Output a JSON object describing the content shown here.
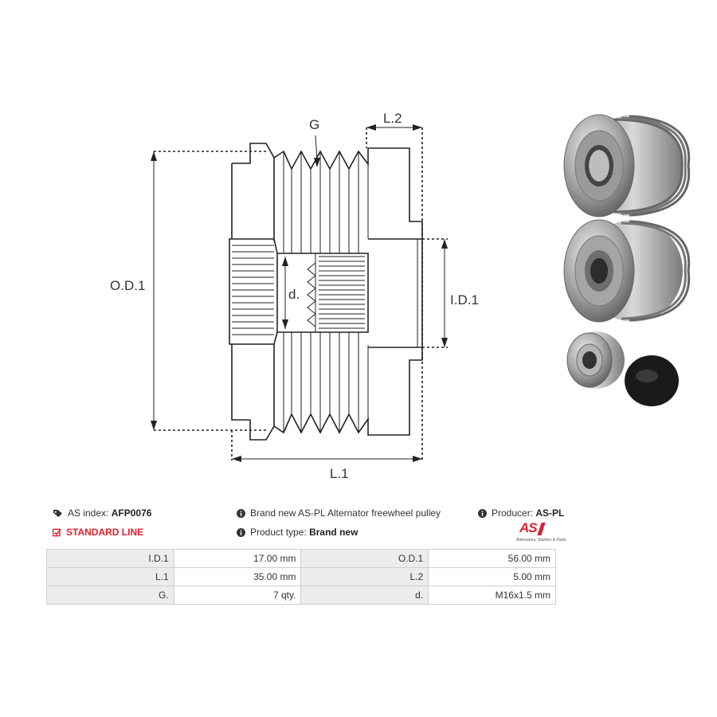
{
  "diagram": {
    "labels": {
      "G": "G",
      "L2": "L.2",
      "OD1": "O.D.1",
      "d": "d.",
      "ID1": "I.D.1",
      "L1": "L.1"
    }
  },
  "photos": [
    {
      "name": "pulley-front-view-icon"
    },
    {
      "name": "pulley-rear-view-icon"
    },
    {
      "name": "pulley-small-and-cap-icon"
    }
  ],
  "info": {
    "as_index_label": "AS index:",
    "as_index_value": "AFP0076",
    "description": "Brand new AS-PL Alternator freewheel pulley",
    "producer_label": "Producer:",
    "producer_value": "AS-PL",
    "line": "STANDARD LINE",
    "product_type_label": "Product type:",
    "product_type_value": "Brand new",
    "logo_text": "AS",
    "logo_tagline": "Alternators, Starters & Parts"
  },
  "specs": [
    {
      "k1": "I.D.1",
      "v1": "17.00 mm",
      "k2": "O.D.1",
      "v2": "56.00 mm"
    },
    {
      "k1": "L.1",
      "v1": "35.00 mm",
      "k2": "L.2",
      "v2": "5.00 mm"
    },
    {
      "k1": "G.",
      "v1": "7 qty.",
      "k2": "d.",
      "v2": "M16x1.5 mm"
    }
  ],
  "colors": {
    "accent_red": "#d9232e",
    "table_key_bg": "#ececec",
    "border": "#cfcfcf"
  }
}
